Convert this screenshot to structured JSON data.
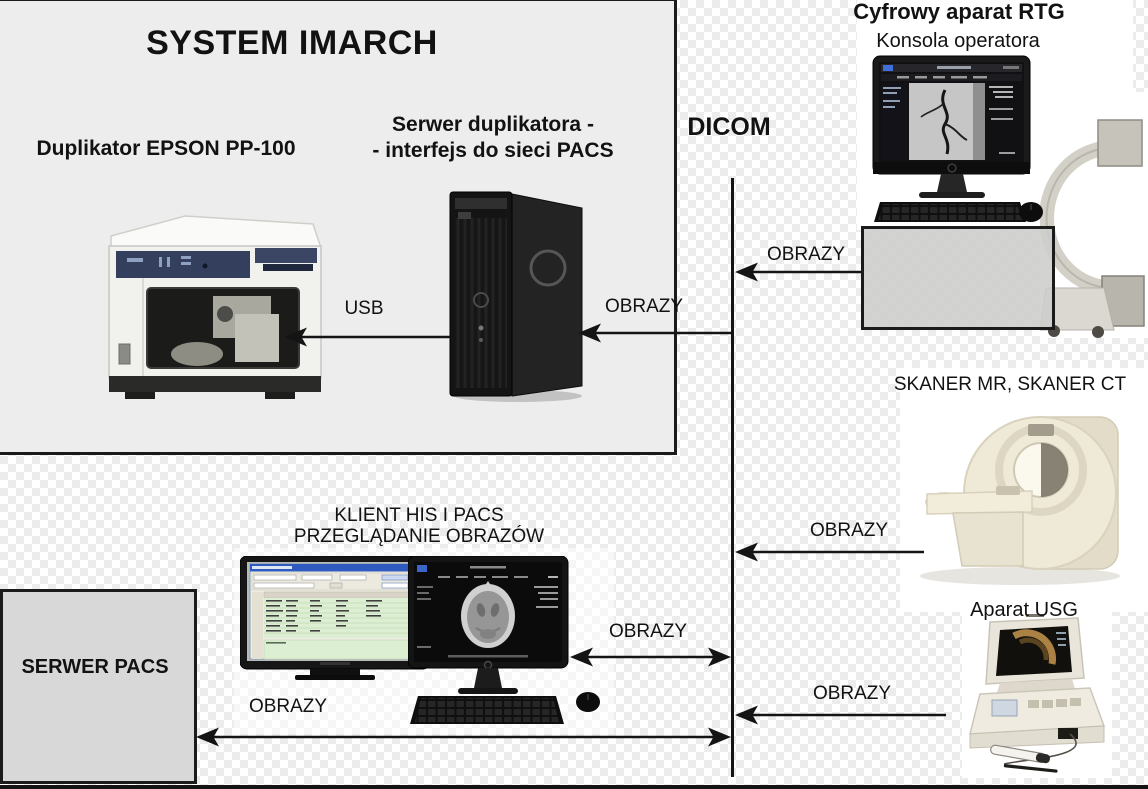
{
  "title": "SYSTEM IMARCH",
  "nodes": {
    "duplicator": "Duplikator EPSON PP-100",
    "dup_server_line1": "Serwer duplikatora -",
    "dup_server_line2": "- interfejs do sieci PACS",
    "dicom": "DICOM",
    "rtg_title": "Cyfrowy aparat RTG",
    "rtg_console": "Konsola operatora",
    "skaner": "SKANER MR, SKANER CT",
    "usg": "Aparat USG",
    "klient_line1": "KLIENT HIS I PACS",
    "klient_line2": "PRZEGLĄDANIE OBRAZÓW",
    "serwer_pacs": "SERWER PACS"
  },
  "edges": {
    "usb": "USB",
    "rtg_obrazy": "OBRAZY",
    "server_obrazy": "OBRAZY",
    "mr_obrazy": "OBRAZY",
    "klient_obrazy": "OBRAZY",
    "usg_obrazy": "OBRAZY",
    "pacs_obrazy": "OBRAZY"
  },
  "connections": [
    {
      "from": "Cyfrowy aparat RTG",
      "to": "DICOM",
      "label": "OBRAZY",
      "direction": "one-way"
    },
    {
      "from": "DICOM",
      "to": "Serwer duplikatora",
      "label": "OBRAZY",
      "direction": "one-way"
    },
    {
      "from": "Serwer duplikatora",
      "to": "Duplikator EPSON PP-100",
      "label": "USB",
      "direction": "one-way"
    },
    {
      "from": "SKANER MR, SKANER CT",
      "to": "DICOM",
      "label": "OBRAZY",
      "direction": "one-way"
    },
    {
      "from": "KLIENT HIS I PACS",
      "to": "DICOM",
      "label": "OBRAZY",
      "direction": "two-way"
    },
    {
      "from": "Aparat USG",
      "to": "DICOM",
      "label": "OBRAZY",
      "direction": "one-way"
    },
    {
      "from": "DICOM",
      "to": "SERWER PACS",
      "label": "OBRAZY",
      "direction": "two-way"
    }
  ],
  "colors": {
    "line": "#141414",
    "system_box_bg": "#ededed",
    "pacs_box_bg": "#d8d8d8",
    "gray_overlay": "#cdcdcb",
    "checker_light": "#ffffff",
    "checker_dark": "#ececec",
    "his_table_green": "#ddefd3",
    "his_titlebar_blue": "#2f5bc0"
  }
}
